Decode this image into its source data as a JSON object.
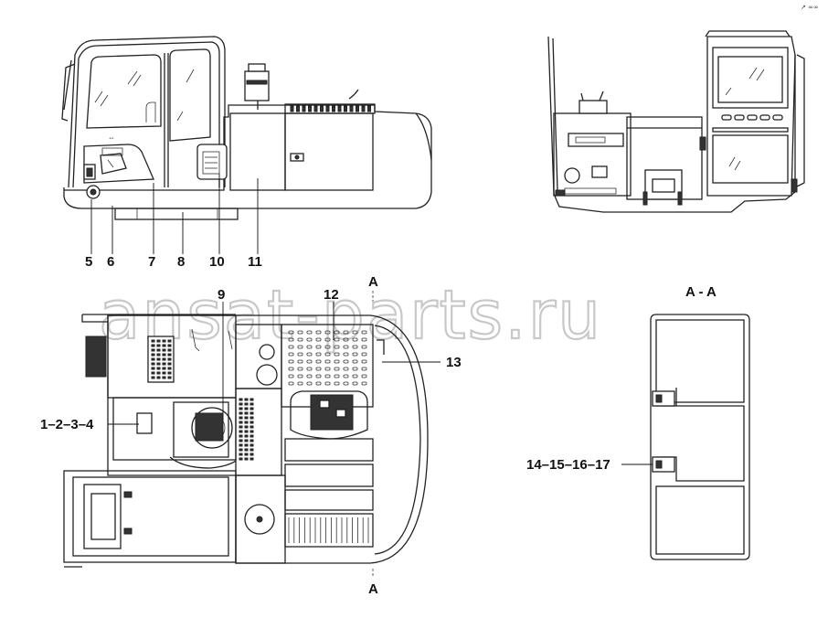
{
  "watermark": "ansat-parts.ru",
  "corner_mark": "↗ ∞∞",
  "callouts": {
    "c5": "5",
    "c6": "6",
    "c7": "7",
    "c8": "8",
    "c10": "10",
    "c11": "11",
    "c9": "9",
    "c12": "12",
    "c13": "13",
    "c1234": "1–2–3–4",
    "c14_17": "14–15–16–17"
  },
  "section": {
    "marker_top": "A",
    "marker_bottom": "A",
    "view_title": "A - A"
  }
}
